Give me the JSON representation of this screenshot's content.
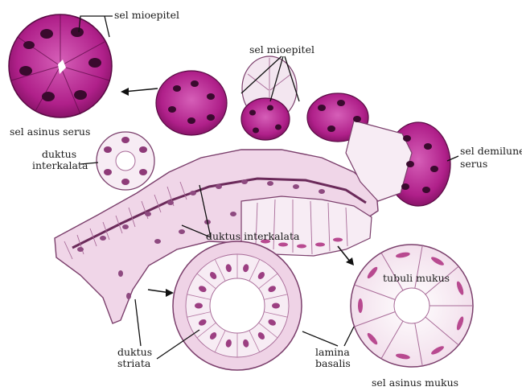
{
  "labels": {
    "sel_mioepitel_top": "sel mioepitel",
    "sel_mioepitel_mid": "sel mioepitel",
    "sel_asinus_serus": "sel asinus serus",
    "duktus_interkalata_left_1": "duktus",
    "duktus_interkalata_left_2": "interkalata",
    "sel_demilune_1": "sel demilune",
    "sel_demilune_2": "serus",
    "duktus_interkalata_center": "duktus interkalata",
    "tubuli_mukus": "tubuli mukus",
    "duktus_striata_1": "duktus",
    "duktus_striata_2": "striata",
    "lamina_basalis_1": "lamina",
    "lamina_basalis_2": "basalis",
    "sel_asinus_mukus": "sel asinus mukus"
  },
  "colors": {
    "serous_dark": "#7a0f5c",
    "serous_mid": "#b0208a",
    "serous_light": "#d65fb8",
    "nucleus_dark": "#3a0a2e",
    "mucous_fill": "#f3e6f0",
    "mucous_line": "#a86b98",
    "duct_pink": "#d59ac6",
    "outline": "#7b3f6c"
  }
}
